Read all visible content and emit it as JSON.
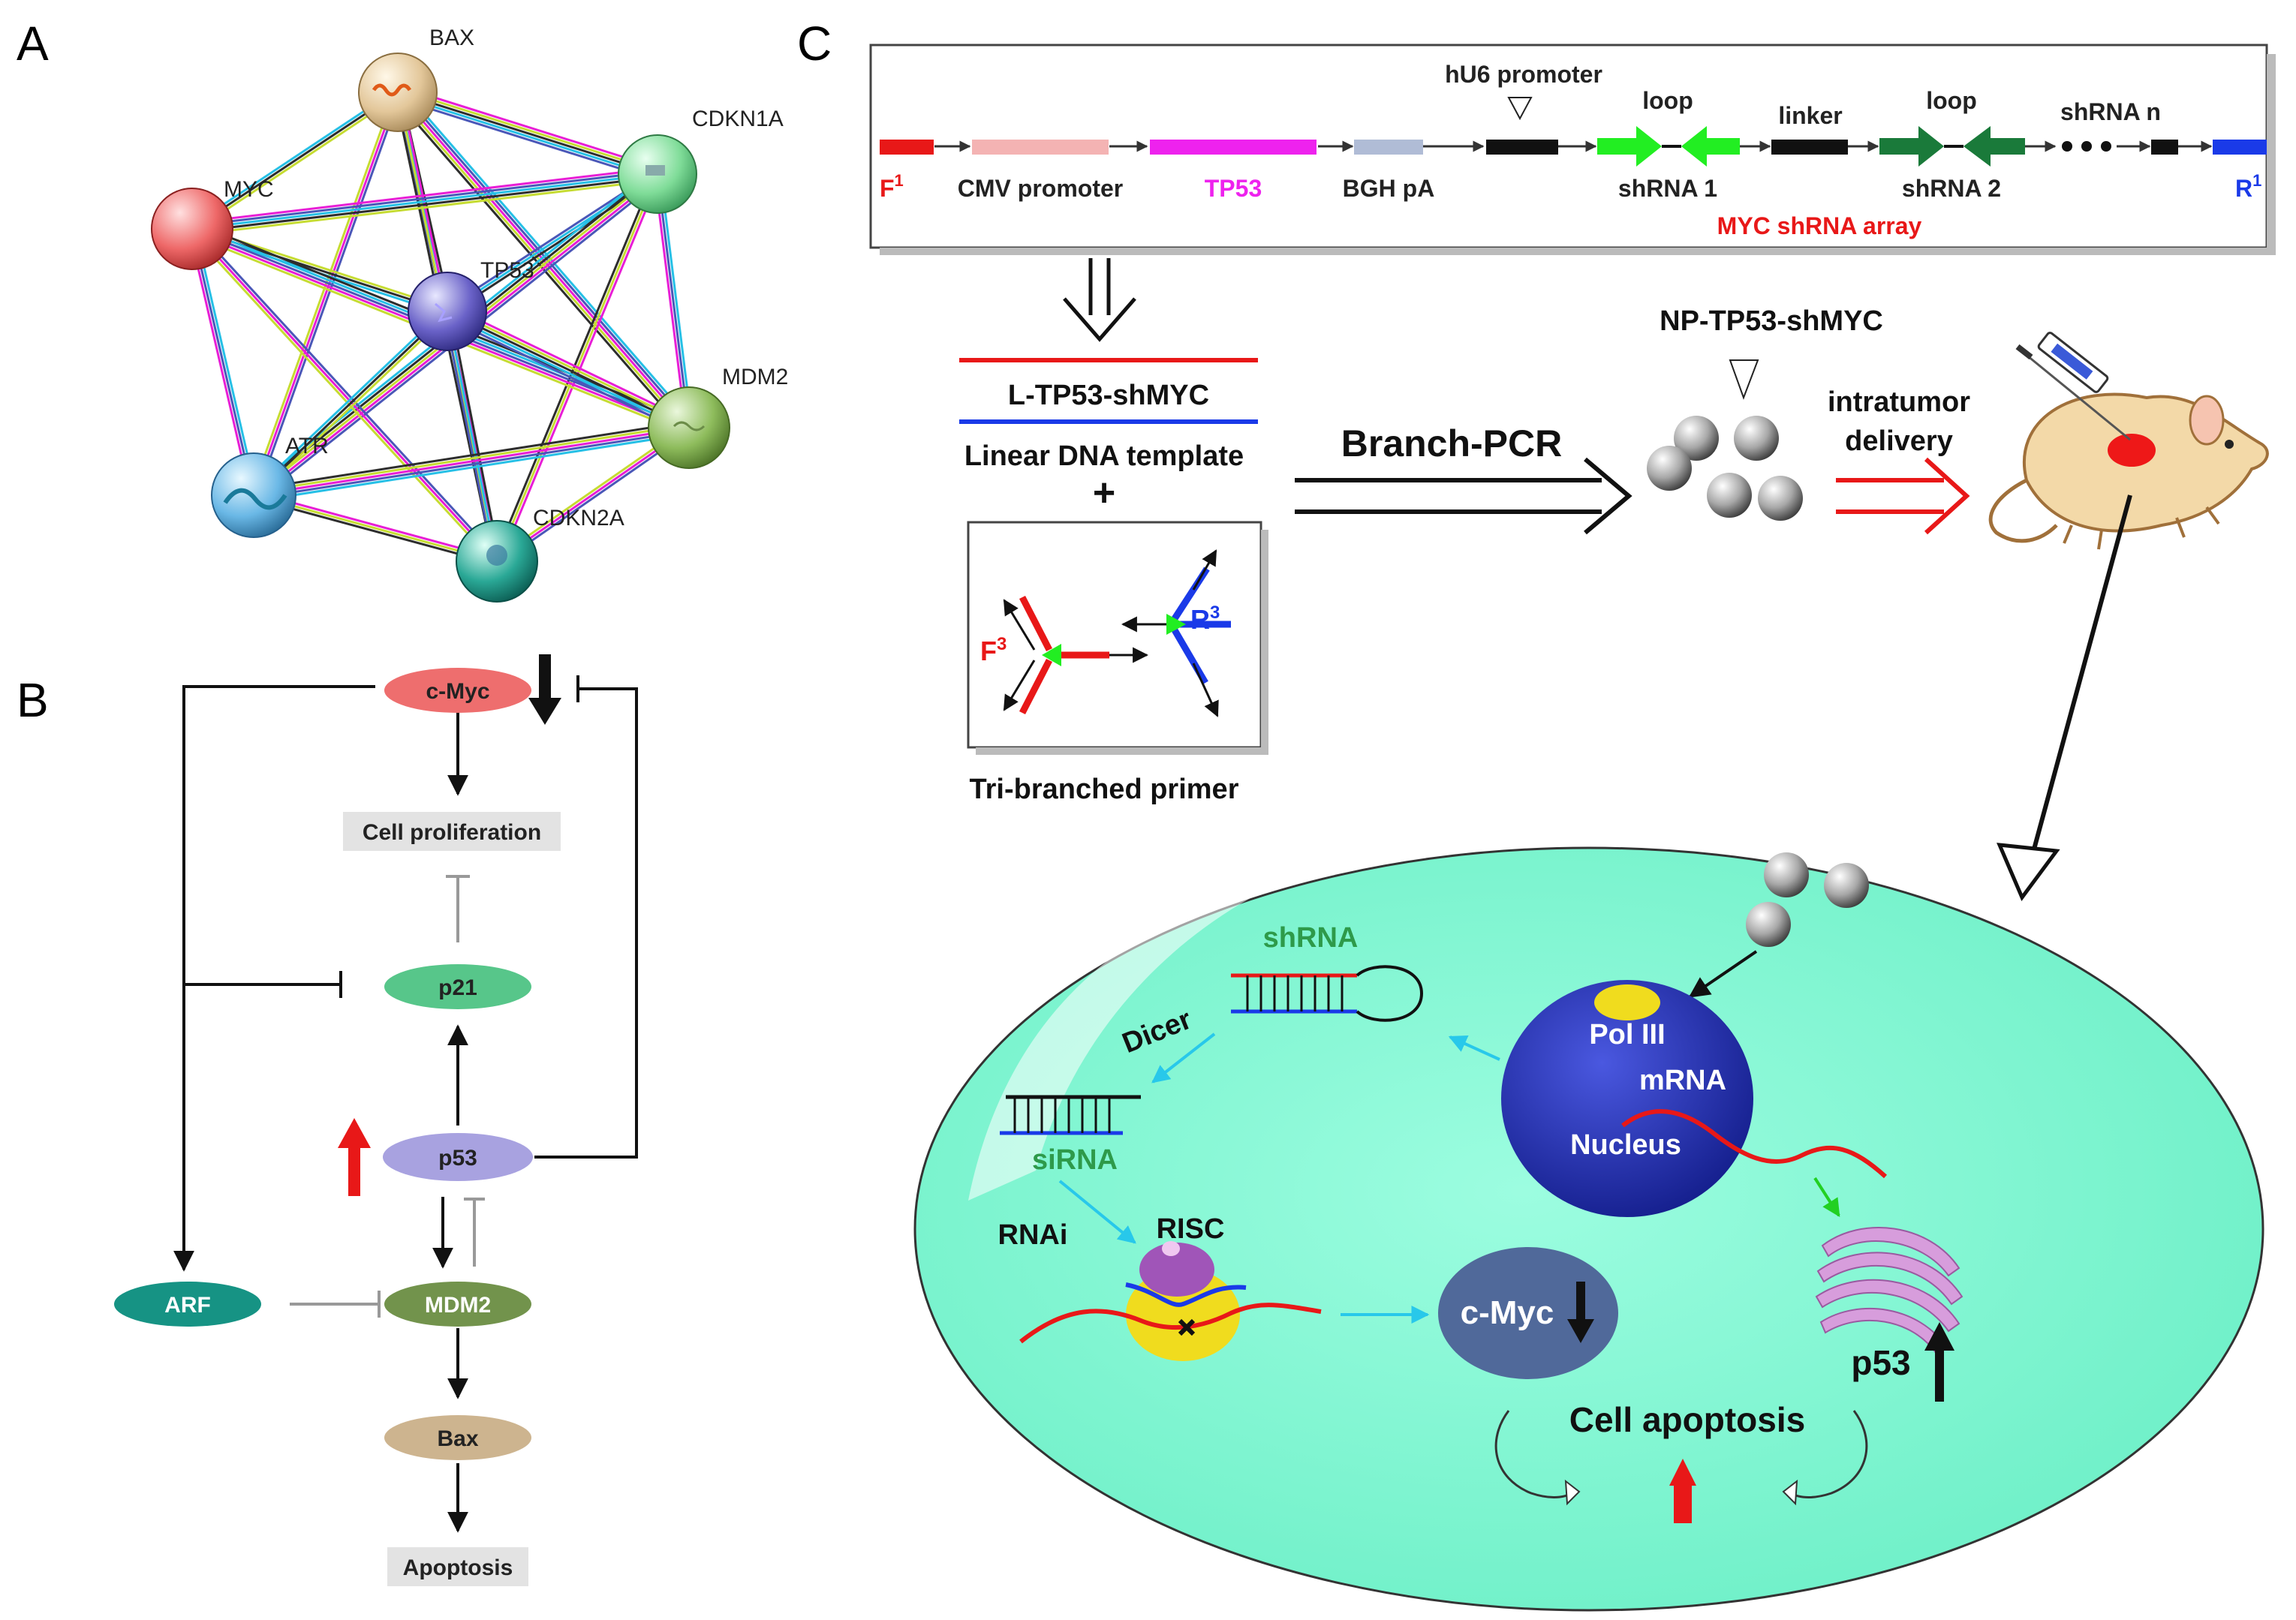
{
  "panels": {
    "a": "A",
    "b": "B",
    "c": "C"
  },
  "network": {
    "nodes": {
      "bax": "BAX",
      "cdkn1a": "CDKN1A",
      "myc": "MYC",
      "tp53": "TP53",
      "mdm2": "MDM2",
      "atr": "ATR",
      "cdkn2a": "CDKN2A"
    },
    "edge_colors": [
      "#e81ed6",
      "#c6dc32",
      "#2d2d2d",
      "#26c0e6",
      "#4a57b8"
    ]
  },
  "pathway": {
    "nodes": {
      "cmyc": "c-Myc",
      "prolif": "Cell proliferation",
      "p21": "p21",
      "p53": "p53",
      "arf": "ARF",
      "mdm2": "MDM2",
      "bax": "Bax",
      "apoptosis": "Apoptosis"
    },
    "colors": {
      "cmyc": "#ee6e6e",
      "p21": "#57c68a",
      "p53": "#a8a2e0",
      "arf": "#169384",
      "mdm2": "#72934c",
      "bax": "#cdb48f",
      "box": "#e3e3e3"
    }
  },
  "construct": {
    "f1": "F",
    "f1_sup": "1",
    "cmv": "CMV promoter",
    "tp53": "TP53",
    "bgh": "BGH pA",
    "hu6": "hU6 promoter",
    "loop1": "loop",
    "linker": "linker",
    "loop2": "loop",
    "shrna_n": "shRNA n",
    "shrna1": "shRNA 1",
    "shrna2": "shRNA 2",
    "array": "MYC shRNA array",
    "r1": "R",
    "r1_sup": "1",
    "colors": {
      "f1": "#e81818",
      "cmv": "#f4b3b3",
      "tp53": "#ee22ee",
      "bgh": "#b0bcd6",
      "shrna1": "#22ee22",
      "shrna2": "#1a7a3a",
      "r1": "#1a3ae8"
    }
  },
  "workflow": {
    "template_name": "L-TP53-shMYC",
    "template_label": "Linear DNA template",
    "plus": "+",
    "primer_label": "Tri-branched primer",
    "f3": "F",
    "f3_sup": "3",
    "r3": "R",
    "r3_sup": "3",
    "branch_pcr": "Branch-PCR",
    "np": "NP-TP53-shMYC",
    "delivery1": "intratumor",
    "delivery2": "delivery"
  },
  "cell": {
    "shrna": "shRNA",
    "dicer": "Dicer",
    "sirna": "siRNA",
    "rnai": "RNAi",
    "risc": "RISC",
    "pol3": "Pol III",
    "mrna": "mRNA",
    "nucleus": "Nucleus",
    "cmyc": "c-Myc",
    "p53": "p53",
    "apoptosis": "Cell apoptosis",
    "colors": {
      "cytoplasm": "#8cfad6",
      "nucleus": "#2330b8",
      "cmyc": "#50699a",
      "er": "#d79ddc",
      "risc_top": "#a055b8",
      "risc_base": "#f0dc1e"
    }
  }
}
